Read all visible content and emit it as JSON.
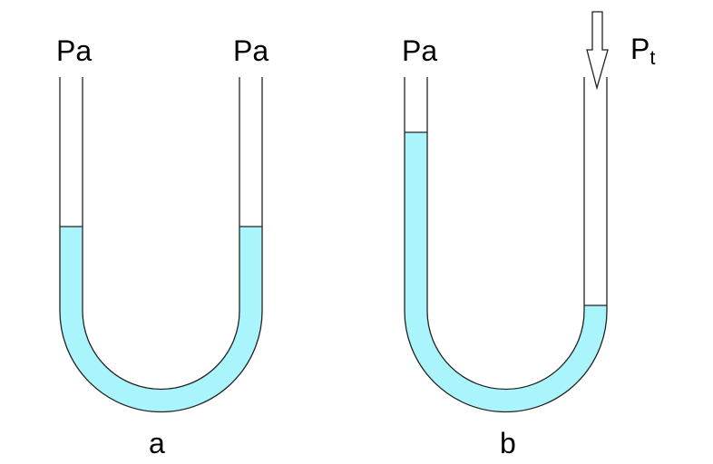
{
  "colors": {
    "liquid": "#aaf4fc",
    "stroke": "#222222"
  },
  "diagram_a": {
    "caption": "a",
    "left_label": "P",
    "left_sub": "a",
    "right_label": "P",
    "right_sub": "a"
  },
  "diagram_b": {
    "caption": "b",
    "left_label": "P",
    "left_sub": "a",
    "right_label": "P",
    "right_sub": "t",
    "arrow": "down-arrow"
  }
}
